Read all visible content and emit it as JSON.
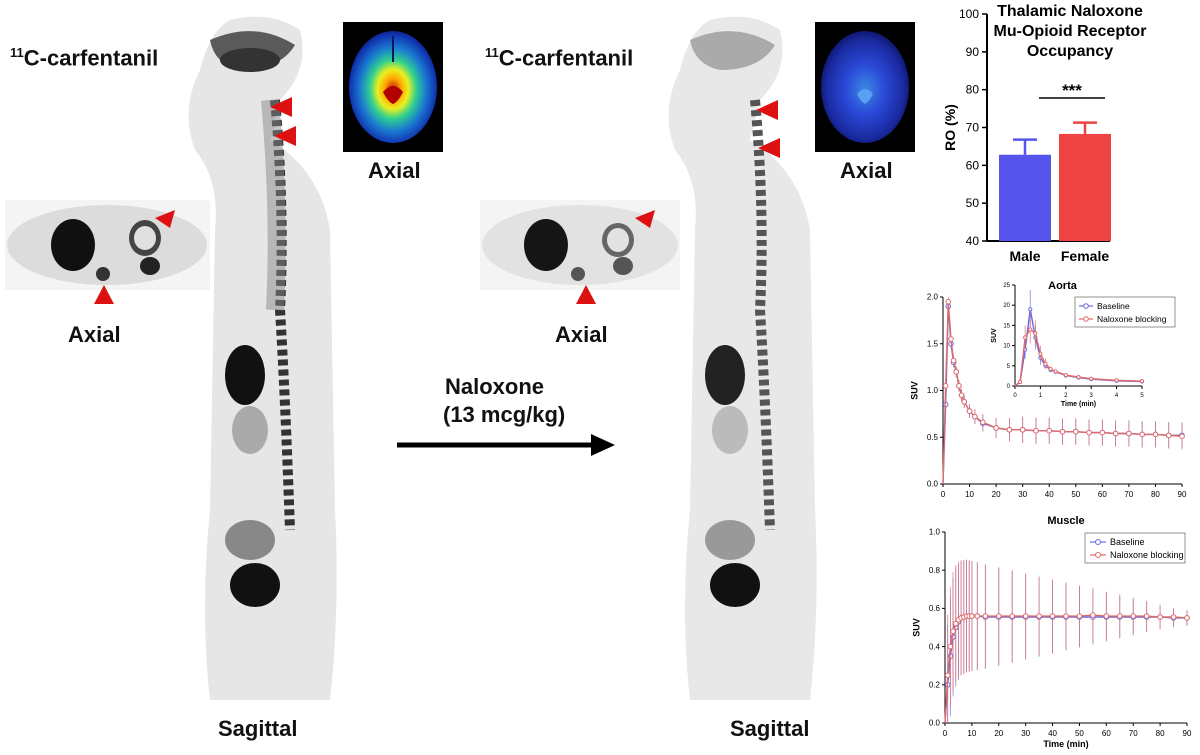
{
  "left_panel": {
    "tracer_sup": "11",
    "tracer_label": "C-carfentanil",
    "axial_brain_label": "Axial",
    "axial_chest_label": "Axial",
    "sagittal_label": "Sagittal"
  },
  "middle_panel": {
    "tracer_sup": "11",
    "tracer_label": "C-carfentanil",
    "axial_brain_label": "Axial",
    "axial_chest_label": "Axial",
    "sagittal_label": "Sagittal"
  },
  "arrow": {
    "line1": "Naloxone",
    "line2": "(13 mcg/kg)"
  },
  "colors": {
    "male": "#5555ee",
    "female": "#ee4444",
    "baseline": "#6a6ae0",
    "naloxone": "#e06a6a",
    "marker": "#dd1111"
  },
  "chart_data": [
    {
      "type": "bar",
      "title": "Thalamic Naloxone Mu-Opioid Receptor Occupancy",
      "title_lines": [
        "Thalamic Naloxone",
        "Mu-Opioid Receptor",
        "Occupancy"
      ],
      "categories": [
        "Male",
        "Female"
      ],
      "values": [
        62.8,
        68.3
      ],
      "errors": [
        4,
        3
      ],
      "ylabel": "RO (%)",
      "ylim": [
        40,
        100
      ],
      "yticks": [
        "40",
        "50",
        "60",
        "70",
        "80",
        "90",
        "100"
      ],
      "significance": "***"
    },
    {
      "type": "line",
      "title": "Aorta",
      "xlabel": "",
      "ylabel": "SUV",
      "xlim": [
        0,
        90
      ],
      "ylim": [
        0,
        2.0
      ],
      "xticks": [
        "0",
        "10",
        "20",
        "30",
        "40",
        "50",
        "60",
        "70",
        "80",
        "90"
      ],
      "yticks": [
        "0.0",
        "0.5",
        "1.0",
        "1.5",
        "2.0"
      ],
      "legend": [
        "Baseline",
        "Naloxone blocking"
      ],
      "legend_position": "top-right",
      "series": [
        {
          "name": "Baseline",
          "x": [
            0,
            1,
            2,
            3,
            4,
            5,
            6,
            7,
            8,
            10,
            12,
            15,
            20,
            25,
            30,
            35,
            40,
            45,
            50,
            55,
            60,
            65,
            70,
            75,
            80,
            85,
            90
          ],
          "y": [
            0,
            0.85,
            1.9,
            1.5,
            1.3,
            1.2,
            1.05,
            0.95,
            0.88,
            0.78,
            0.72,
            0.65,
            0.6,
            0.58,
            0.58,
            0.57,
            0.57,
            0.56,
            0.56,
            0.55,
            0.55,
            0.54,
            0.54,
            0.53,
            0.53,
            0.52,
            0.52
          ]
        },
        {
          "name": "Naloxone blocking",
          "x": [
            0,
            1,
            2,
            3,
            4,
            5,
            6,
            7,
            8,
            10,
            12,
            15,
            20,
            25,
            30,
            35,
            40,
            45,
            50,
            55,
            60,
            65,
            70,
            75,
            80,
            85,
            90
          ],
          "y": [
            0,
            1.05,
            1.95,
            1.55,
            1.32,
            1.2,
            1.05,
            0.95,
            0.88,
            0.78,
            0.72,
            0.66,
            0.6,
            0.58,
            0.58,
            0.57,
            0.57,
            0.56,
            0.56,
            0.55,
            0.55,
            0.54,
            0.54,
            0.53,
            0.53,
            0.52,
            0.51
          ]
        }
      ],
      "inset": {
        "xlabel": "Time (min)",
        "ylabel": "SUV",
        "xlim": [
          0,
          5
        ],
        "ylim": [
          0,
          25
        ],
        "xticks": [
          "0",
          "1",
          "2",
          "3",
          "4",
          "5"
        ],
        "yticks": [
          "0",
          "5",
          "10",
          "15",
          "20",
          "25"
        ],
        "series": [
          {
            "name": "Baseline",
            "x": [
              0,
              0.2,
              0.4,
              0.6,
              0.8,
              1.0,
              1.2,
              1.4,
              1.6,
              2.0,
              2.5,
              3.0,
              4.0,
              5.0
            ],
            "y": [
              0,
              1,
              9,
              19,
              12,
              7,
              5,
              4,
              3.5,
              2.6,
              2.1,
              1.7,
              1.3,
              1.1
            ]
          },
          {
            "name": "Naloxone blocking",
            "x": [
              0,
              0.2,
              0.4,
              0.6,
              0.8,
              1.0,
              1.2,
              1.4,
              1.6,
              2.0,
              2.5,
              3.0,
              4.0,
              5.0
            ],
            "y": [
              0,
              1,
              12,
              14,
              13,
              8,
              5.5,
              4.2,
              3.6,
              2.7,
              2.2,
              1.8,
              1.4,
              1.2
            ]
          }
        ]
      }
    },
    {
      "type": "line",
      "title": "Muscle",
      "xlabel": "Time (min)",
      "ylabel": "SUV",
      "xlim": [
        0,
        90
      ],
      "ylim": [
        0,
        1.0
      ],
      "xticks": [
        "0",
        "10",
        "20",
        "30",
        "40",
        "50",
        "60",
        "70",
        "80",
        "90"
      ],
      "yticks": [
        "0.0",
        "0.2",
        "0.4",
        "0.6",
        "0.8",
        "1.0"
      ],
      "legend": [
        "Baseline",
        "Naloxone blocking"
      ],
      "legend_position": "top-right",
      "series": [
        {
          "name": "Baseline",
          "x": [
            0,
            1,
            2,
            3,
            4,
            5,
            6,
            7,
            8,
            9,
            10,
            12,
            15,
            20,
            25,
            30,
            35,
            40,
            45,
            50,
            55,
            60,
            65,
            70,
            75,
            80,
            85,
            90
          ],
          "y": [
            0,
            0.2,
            0.35,
            0.45,
            0.5,
            0.53,
            0.55,
            0.555,
            0.56,
            0.56,
            0.56,
            0.56,
            0.555,
            0.555,
            0.555,
            0.555,
            0.555,
            0.555,
            0.555,
            0.555,
            0.555,
            0.555,
            0.555,
            0.555,
            0.555,
            0.555,
            0.55,
            0.55
          ]
        },
        {
          "name": "Naloxone blocking",
          "x": [
            0,
            1,
            2,
            3,
            4,
            5,
            6,
            7,
            8,
            9,
            10,
            12,
            15,
            20,
            25,
            30,
            35,
            40,
            45,
            50,
            55,
            60,
            65,
            70,
            75,
            80,
            85,
            90
          ],
          "y": [
            0,
            0.25,
            0.4,
            0.48,
            0.52,
            0.54,
            0.55,
            0.555,
            0.56,
            0.56,
            0.56,
            0.56,
            0.56,
            0.56,
            0.56,
            0.56,
            0.56,
            0.56,
            0.56,
            0.56,
            0.565,
            0.56,
            0.56,
            0.56,
            0.56,
            0.555,
            0.555,
            0.55
          ]
        }
      ]
    }
  ]
}
